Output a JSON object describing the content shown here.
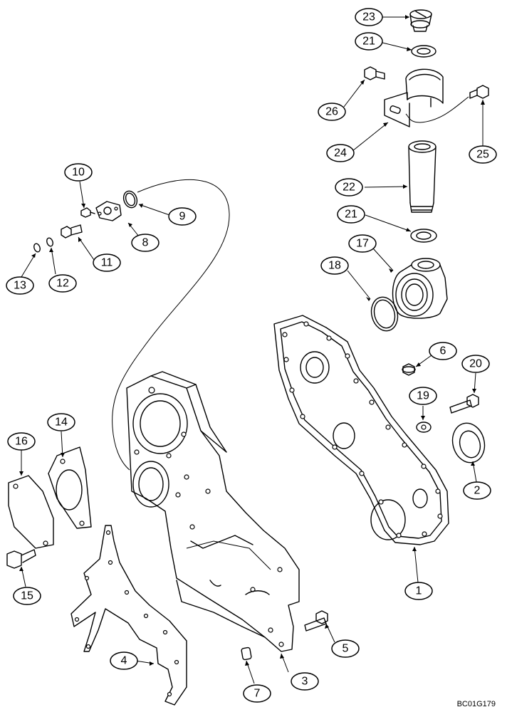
{
  "figure_code": "BC01G179",
  "callouts": [
    {
      "id": "1",
      "text": "1"
    },
    {
      "id": "2",
      "text": "2"
    },
    {
      "id": "3",
      "text": "3"
    },
    {
      "id": "4",
      "text": "4"
    },
    {
      "id": "5",
      "text": "5"
    },
    {
      "id": "6",
      "text": "6"
    },
    {
      "id": "7",
      "text": "7"
    },
    {
      "id": "8",
      "text": "8"
    },
    {
      "id": "9",
      "text": "9"
    },
    {
      "id": "10",
      "text": "10"
    },
    {
      "id": "11",
      "text": "11"
    },
    {
      "id": "12",
      "text": "12"
    },
    {
      "id": "13",
      "text": "13"
    },
    {
      "id": "14",
      "text": "14"
    },
    {
      "id": "15",
      "text": "15"
    },
    {
      "id": "16",
      "text": "16"
    },
    {
      "id": "17",
      "text": "17"
    },
    {
      "id": "18",
      "text": "18"
    },
    {
      "id": "19",
      "text": "19"
    },
    {
      "id": "20",
      "text": "20"
    },
    {
      "id": "21a",
      "text": "21"
    },
    {
      "id": "21b",
      "text": "21"
    },
    {
      "id": "22",
      "text": "22"
    },
    {
      "id": "23",
      "text": "23"
    },
    {
      "id": "24",
      "text": "24"
    },
    {
      "id": "25",
      "text": "25"
    },
    {
      "id": "26",
      "text": "26"
    }
  ]
}
